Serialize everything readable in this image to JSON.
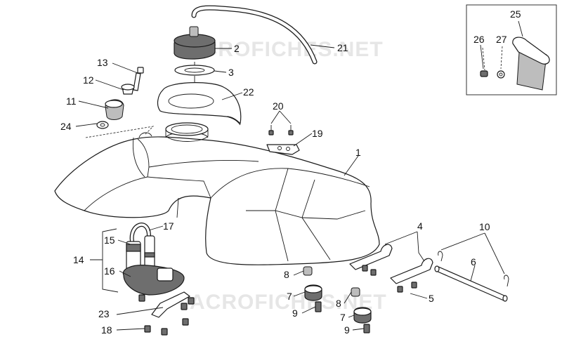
{
  "diagram": {
    "watermark_text": "ACROFICHES.NET",
    "callouts": {
      "c1": "1",
      "c2": "2",
      "c3": "3",
      "c4": "4",
      "c5": "5",
      "c6": "6",
      "c7a": "7",
      "c7b": "7",
      "c8a": "8",
      "c8b": "8",
      "c9a": "9",
      "c9b": "9",
      "c10": "10",
      "c11": "11",
      "c12": "12",
      "c13": "13",
      "c14": "14",
      "c15": "15",
      "c16": "16",
      "c17": "17",
      "c18": "18",
      "c19": "19",
      "c20": "20",
      "c21": "21",
      "c22": "22",
      "c23": "23",
      "c24": "24",
      "c25": "25",
      "c26": "26",
      "c27": "27"
    }
  }
}
